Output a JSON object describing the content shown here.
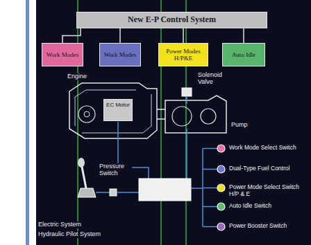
{
  "diagram": {
    "nodes": [
      {
        "text": [
          "New E-P Control System"
        ]
      },
      {
        "text": [
          "Work Modes"
        ]
      },
      {
        "text": [
          "Work Modes"
        ]
      },
      {
        "text": [
          "Power Modes H/P&E"
        ]
      },
      {
        "text": [
          "Auto Idle"
        ]
      },
      {
        "text": [
          "EC Motor"
        ]
      },
      {
        "text": [
          "Work Mode Select Switch"
        ]
      },
      {
        "text": [
          "Dual-Type Fuel Control"
        ]
      },
      {
        "text": [
          "Power Mode Select Switch H/P & E"
        ]
      },
      {
        "text": [
          "Auto Idle Switch"
        ]
      },
      {
        "text": [
          "Power Booster Switch"
        ]
      }
    ],
    "edges": [
      {
        "from": 0,
        "to": 1,
        "arrow": "none"
      },
      {
        "from": 0,
        "to": 2,
        "arrow": "none"
      },
      {
        "from": 0,
        "to": 3,
        "arrow": "none"
      },
      {
        "from": 0,
        "to": 4,
        "arrow": "none"
      }
    ],
    "labels": [
      "Engine",
      "Solenoid Valve",
      "Pump",
      "Pressure Switch",
      "Electric System",
      "Hydraulic Pilot System"
    ]
  }
}
